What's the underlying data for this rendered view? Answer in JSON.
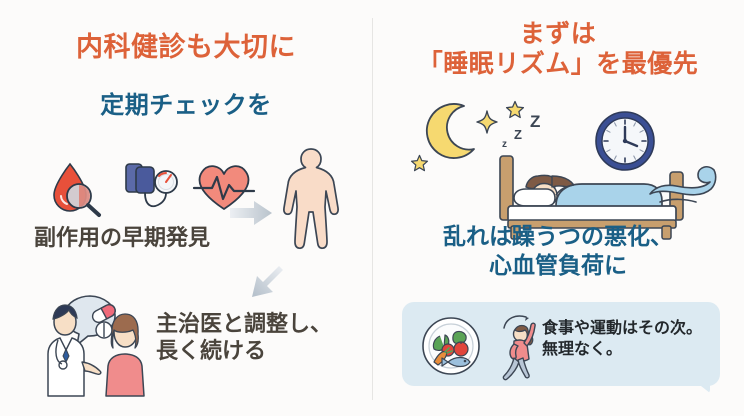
{
  "slide": {
    "background_color": "#fcfbfa",
    "divider_color": "#e6e5e3"
  },
  "colors": {
    "heading_orange": "#dd6239",
    "heading_teal": "#1a5f86",
    "body_gray": "#4a443c",
    "note_dark": "#23282c",
    "callout_bg": "#dceaf2",
    "arrow_gray": "#c6ced6"
  },
  "left_panel": {
    "title_primary": "内科健診も大切に",
    "title_secondary": "定期チェックを",
    "caption_top": "副作用の早期発見",
    "caption_bottom_line1": "主治医と調整し、",
    "caption_bottom_line2": "長く続ける",
    "icons": [
      {
        "name": "blood-drop-magnifier-icon",
        "label": "血液検査"
      },
      {
        "name": "blood-pressure-monitor-icon",
        "label": "血圧測定"
      },
      {
        "name": "heart-pulse-icon",
        "label": "心電図"
      },
      {
        "name": "human-body-icon",
        "label": "全身"
      },
      {
        "name": "doctor-patient-consult-icon",
        "label": "主治医と相談"
      },
      {
        "name": "arrow-right-icon",
        "label": "右矢印"
      },
      {
        "name": "arrow-down-left-icon",
        "label": "左下矢印"
      }
    ]
  },
  "right_panel": {
    "title_line1": "まずは",
    "title_line2": "「睡眠リズム」を最優先",
    "caption_line1": "乱れは躁うつの悪化、",
    "caption_line2": "心血管負荷に",
    "callout": {
      "text_line1": "食事や運動はその次。",
      "text_line2": "無理なく。",
      "icons": [
        {
          "name": "healthy-plate-icon",
          "label": "食事"
        },
        {
          "name": "stretching-person-icon",
          "label": "運動"
        }
      ]
    },
    "icons": [
      {
        "name": "crescent-moon-icon",
        "label": "月"
      },
      {
        "name": "star-icon",
        "label": "星"
      },
      {
        "name": "sparkle-icon",
        "label": "きらめき"
      },
      {
        "name": "sleeping-person-bed-icon",
        "label": "就寝"
      },
      {
        "name": "zzz-icon",
        "label": "Z Z z"
      },
      {
        "name": "wall-clock-icon",
        "label": "時計"
      },
      {
        "name": "breeze-wave-icon",
        "label": "そよ風"
      }
    ]
  }
}
